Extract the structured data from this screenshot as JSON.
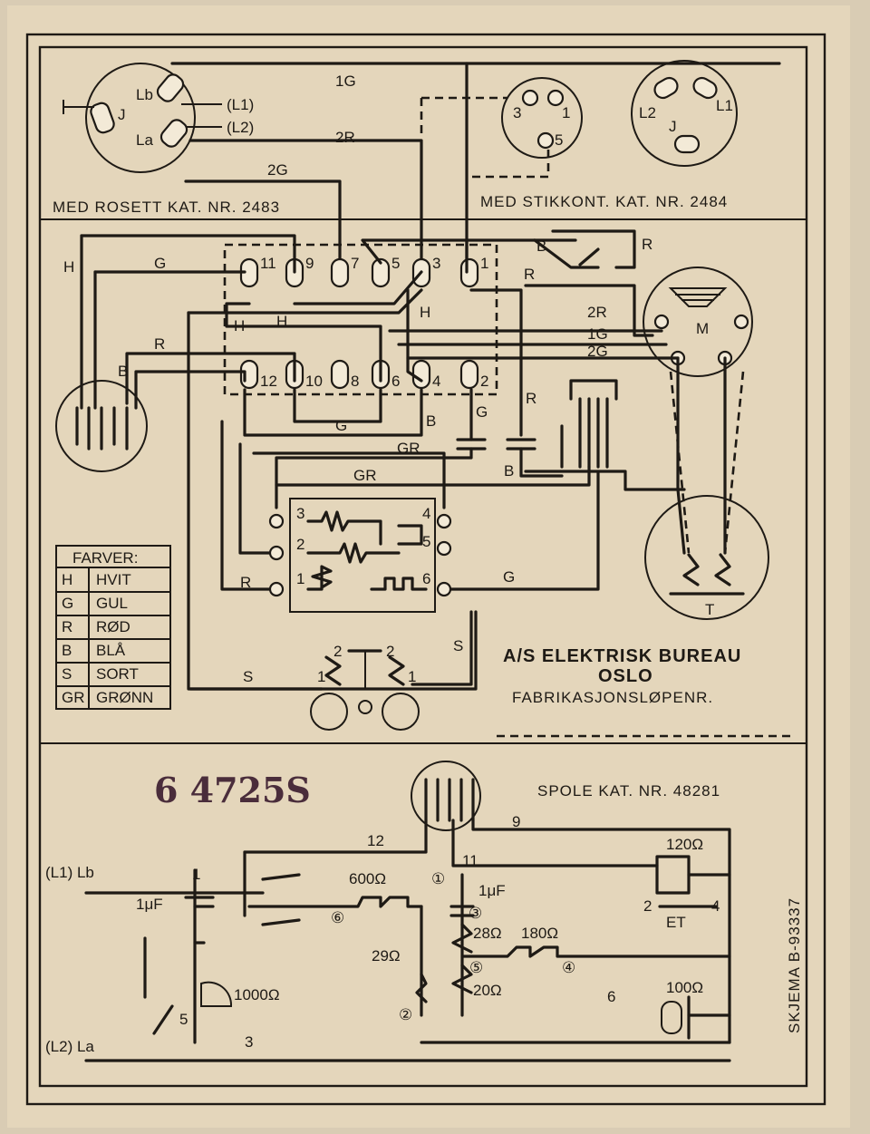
{
  "headers": {
    "rosett": "MED ROSETT KAT. NR. 2483",
    "stikkont": "MED STIKKONT. KAT. NR. 2484",
    "spole": "SPOLE KAT. NR. 48281"
  },
  "maker": {
    "company": "A/S ELEKTRISK BUREAU",
    "city": "OSLO",
    "serial_label": "FABRIKASJONSLØPENR."
  },
  "stamp_number": "6 4725S",
  "schema": "SKJEMA B-93337",
  "color_legend": {
    "title": "FARVER:",
    "rows": [
      {
        "code": "H",
        "name": "HVIT"
      },
      {
        "code": "G",
        "name": "GUL"
      },
      {
        "code": "R",
        "name": "RØD"
      },
      {
        "code": "B",
        "name": "BLÅ"
      },
      {
        "code": "S",
        "name": "SORT"
      },
      {
        "code": "GR",
        "name": "GRØNN"
      }
    ]
  },
  "rosett": {
    "j": "J",
    "lb": "Lb",
    "la": "La",
    "out1": "(L1)",
    "out2": "(L2)"
  },
  "stikkont_pins": [
    "3",
    "1",
    "5"
  ],
  "stikkont_plug": {
    "l1": "L1",
    "l2": "L2",
    "j": "J"
  },
  "top_wires": {
    "ig": "1G",
    "r2": "2R",
    "g2": "2G"
  },
  "terminals_top": [
    "11",
    "9",
    "7",
    "5",
    "3",
    "1"
  ],
  "terminals_bottom": [
    "12",
    "10",
    "8",
    "6",
    "4",
    "2"
  ],
  "wire_labels": {
    "h": "H",
    "g": "G",
    "r": "R",
    "b": "B",
    "s": "S",
    "gr": "GR",
    "m": "M",
    "t": "T",
    "r2": "2R",
    "ig": "1G",
    "g2": "2G"
  },
  "coil_terminals": [
    "3",
    "4",
    "2",
    "5",
    "1",
    "6"
  ],
  "ringer": {
    "left": "1",
    "left2": "2",
    "right2": "2",
    "right": "1"
  },
  "spole": {
    "n12": "12",
    "n9": "9",
    "n11": "11",
    "n1": "1",
    "n3": "3",
    "n5": "5",
    "c1": "①",
    "c3": "③",
    "c5": "⑤",
    "c4": "④",
    "c6": "⑥",
    "c2": "②",
    "r600": "600Ω",
    "r120": "120Ω",
    "r28": "28Ω",
    "r180": "180Ω",
    "r29": "29Ω",
    "r20": "20Ω",
    "r1000": "1000Ω",
    "r100": "100Ω",
    "cap1": "1μF",
    "cap2": "1μF",
    "et": "ET",
    "et2": "2",
    "et4": "4",
    "n6": "6",
    "lb": "(L1) Lb",
    "la": "(L2) La"
  }
}
